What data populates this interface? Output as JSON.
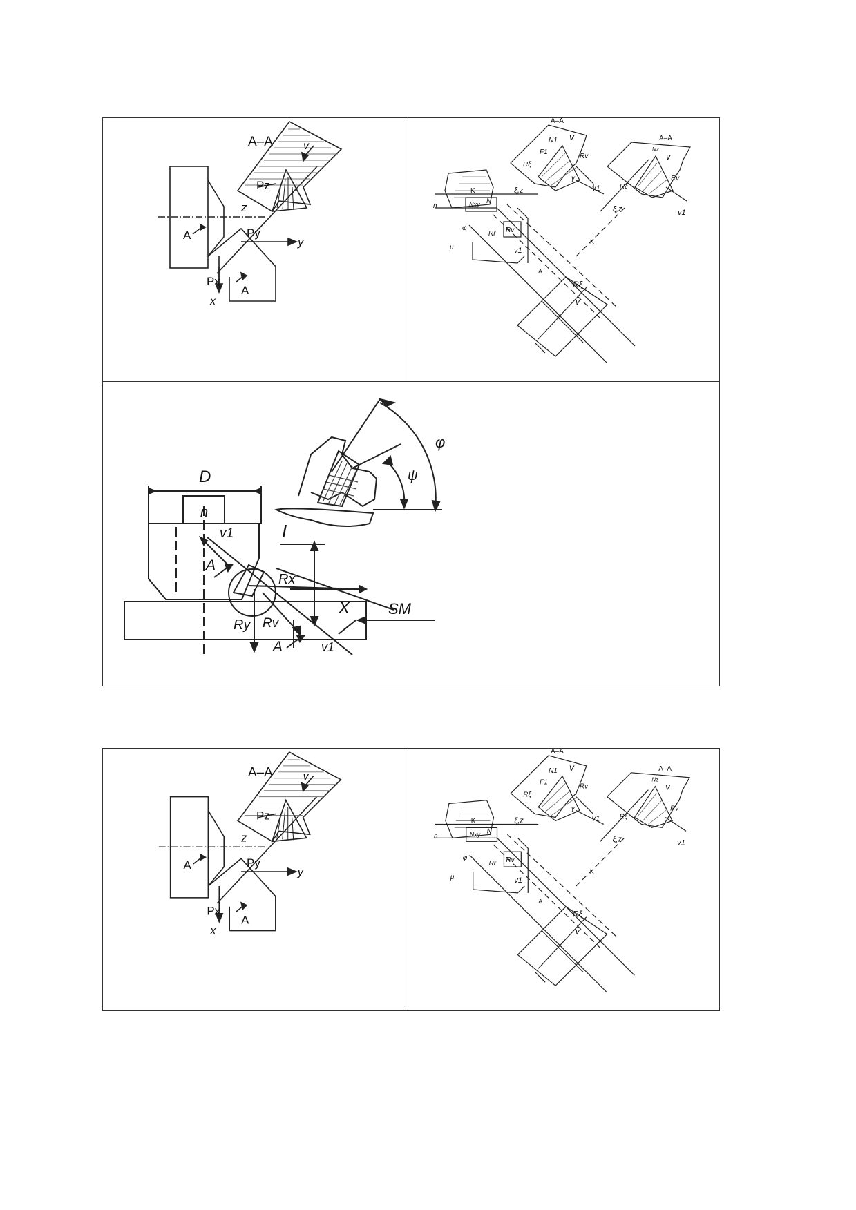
{
  "labels": {
    "section_aa": "A–A",
    "section_a": "A",
    "v": "v",
    "v1": "v1",
    "pz": "Pz",
    "py": "Py",
    "px": "Px",
    "z": "z",
    "y": "y",
    "x": "x",
    "k": "K",
    "n": "n",
    "mu": "μ",
    "phi": "φ",
    "gamma": "γ",
    "xi_z": "ξ,z",
    "nxy": "Nxy",
    "n_cap": "N",
    "n1": "N1",
    "nz": "Nz",
    "f1": "F1",
    "rv": "Rv",
    "rr": "Rr",
    "rxi": "Rξ",
    "ry": "Ry",
    "rx": "Rx",
    "r_small": "Rv",
    "d": "D",
    "n_rot": "n",
    "sm": "SM",
    "big_x": "X",
    "roman_one": "I",
    "psi": "ψ",
    "phi_big": "φ"
  },
  "colors": {
    "line": "#222222",
    "grid": "#333333",
    "hatch": "#555555"
  }
}
